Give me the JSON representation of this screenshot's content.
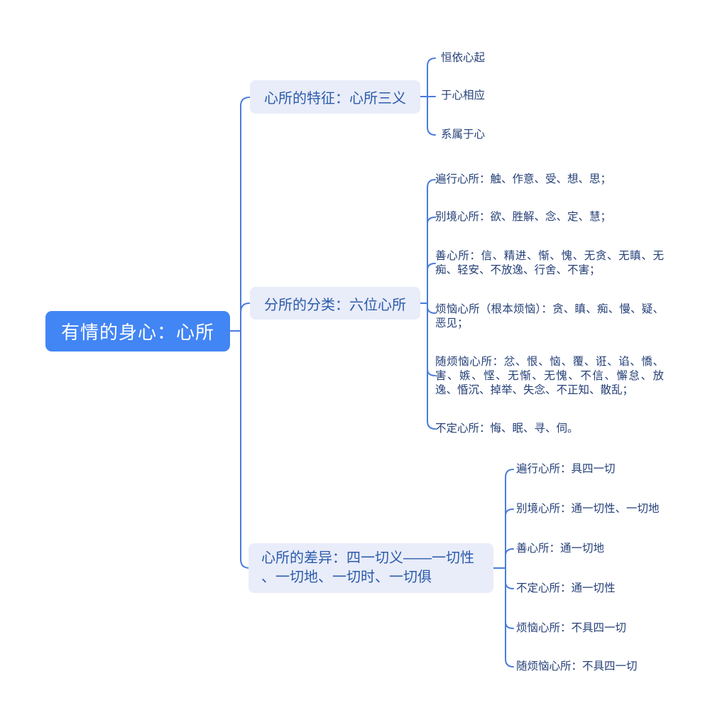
{
  "root": {
    "label": "有情的身心：心所"
  },
  "branches": [
    {
      "label": "心所的特征：心所三义",
      "children": [
        "恒依心起",
        "于心相应",
        "系属于心"
      ]
    },
    {
      "label": "分所的分类：六位心所",
      "children": [
        "遍行心所：触、作意、受、想、思；",
        "别境心所：欲、胜解、念、定、慧；",
        "善心所：信、精进、惭、愧、无贪、无瞋、无痴、轻安、不放逸、行舍、不害；",
        "烦恼心所（根本烦恼）：贪、瞋、痴、慢、疑、恶见；",
        "随烦恼心所：忿、恨、恼、覆、诳、谄、憍、害、嫉、悭、无惭、无愧、不信、懈怠、放逸、惛沉、掉举、失念、不正知、散乱；",
        "不定心所：悔、眠、寻、伺。"
      ]
    },
    {
      "label_line1": "心所的差异：四一切义——一切性",
      "label_line2": "、一切地、一切时、一切俱",
      "children": [
        "遍行心所：具四一切",
        "别境心所：通一切性、一切地",
        "善心所：通一切地",
        "不定心所：通一切性",
        "烦恼心所：不具四一切",
        "随烦恼心所：不具四一切"
      ]
    }
  ],
  "colors": {
    "root_bg": "#4285f4",
    "root_text": "#ffffff",
    "branch_bg": "#e9ecf9",
    "branch_text": "#2b5cab",
    "leaf_text": "#243f77",
    "connector": "#4a7cdd",
    "background": "#ffffff"
  }
}
